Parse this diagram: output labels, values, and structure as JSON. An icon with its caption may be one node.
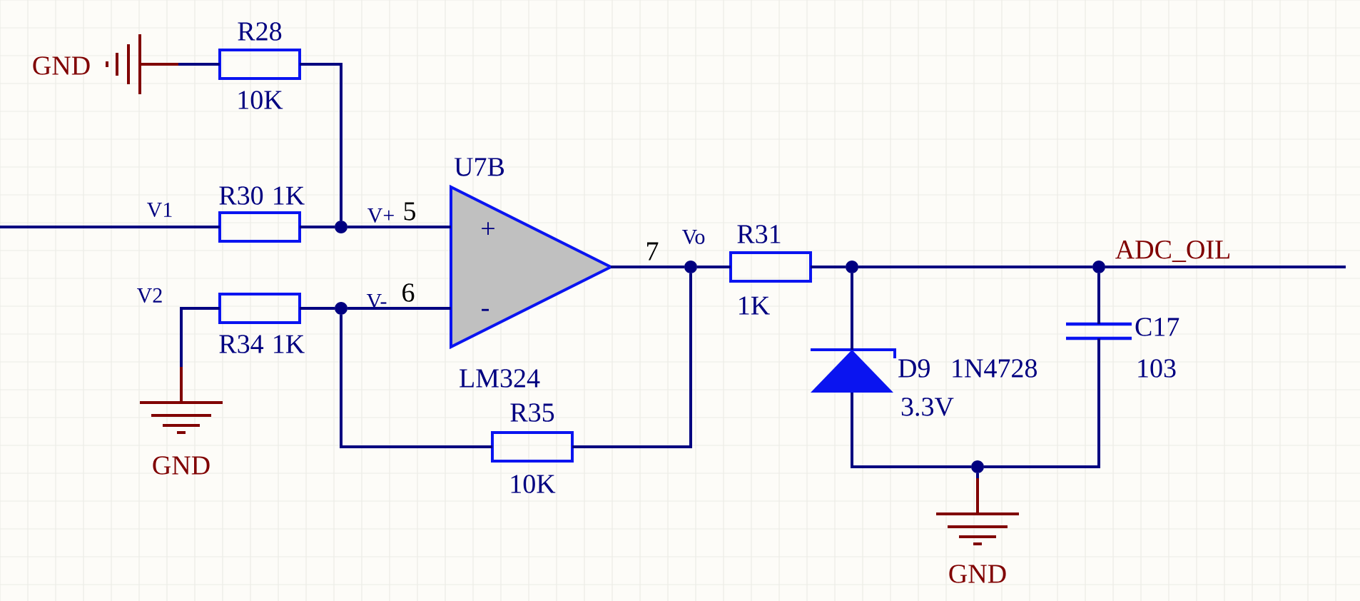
{
  "diagram": {
    "nodes": [
      {
        "text": [
          "GND"
        ]
      },
      {
        "text": [
          "R28",
          "10K"
        ]
      },
      {
        "text": [
          "R30",
          "1K"
        ]
      },
      {
        "text": [
          "R34",
          "1K"
        ]
      },
      {
        "text": [
          "GND"
        ]
      },
      {
        "text": [
          "U7B",
          "+",
          "-",
          "LM324"
        ]
      },
      {
        "text": [
          "R35",
          "10K"
        ]
      },
      {
        "text": [
          "R31",
          "1K"
        ]
      },
      {
        "text": [
          "D9",
          "1N4728",
          "3.3V"
        ]
      },
      {
        "text": [
          "C17",
          "103"
        ]
      },
      {
        "text": [
          "GND"
        ]
      },
      {
        "text": [],
        "shape": "circle"
      },
      {
        "text": [],
        "shape": "circle"
      },
      {
        "text": [],
        "shape": "circle"
      },
      {
        "text": [],
        "shape": "circle"
      },
      {
        "text": [],
        "shape": "circle"
      },
      {
        "text": [],
        "shape": "circle"
      }
    ],
    "edges": [
      {
        "from": 0,
        "to": 1,
        "arrow": "none"
      },
      {
        "from": 1,
        "to": 11,
        "arrow": "none"
      },
      {
        "from": null,
        "to": 2,
        "arrow": "none"
      },
      {
        "from": 2,
        "to": 11,
        "arrow": "none"
      },
      {
        "from": 11,
        "to": 5,
        "arrow": "none"
      },
      {
        "from": 4,
        "to": 3,
        "arrow": "none"
      },
      {
        "from": 3,
        "to": 12,
        "arrow": "none"
      },
      {
        "from": 12,
        "to": 5,
        "arrow": "none"
      },
      {
        "from": 12,
        "to": 6,
        "arrow": "none"
      },
      {
        "from": 5,
        "to": 13,
        "arrow": "none"
      },
      {
        "from": 6,
        "to": 13,
        "arrow": "none"
      },
      {
        "from": 13,
        "to": 7,
        "arrow": "none"
      },
      {
        "from": 7,
        "to": 14,
        "arrow": "none"
      },
      {
        "from": 14,
        "to": 16,
        "arrow": "none"
      },
      {
        "from": 16,
        "to": null,
        "arrow": "none"
      },
      {
        "from": 14,
        "to": 8,
        "arrow": "none"
      },
      {
        "from": 8,
        "to": 15,
        "arrow": "none"
      },
      {
        "from": 16,
        "to": 9,
        "arrow": "none"
      },
      {
        "from": 9,
        "to": 15,
        "arrow": "none"
      },
      {
        "from": 15,
        "to": 10,
        "arrow": "none"
      }
    ],
    "labels": [
      "V1",
      "V+",
      "5",
      "7",
      "Vo",
      "ADC_OIL",
      "V2",
      "V-",
      "6"
    ]
  }
}
